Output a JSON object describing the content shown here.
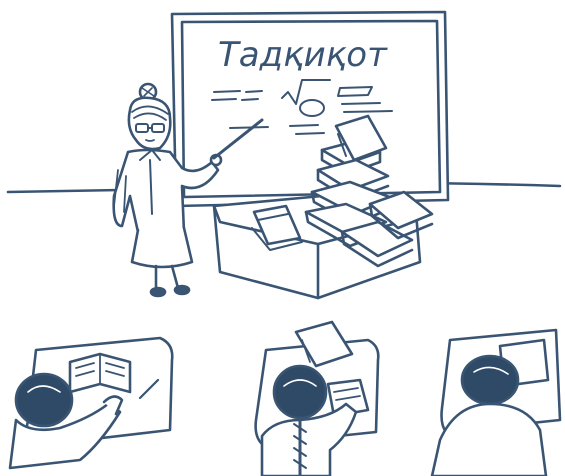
{
  "board": {
    "title": "Тадқиқот"
  },
  "colors": {
    "ink": "#3a5573",
    "ink_dark": "#2f4a66",
    "paper": "#ffffff"
  },
  "icons": [
    "teacher-figure",
    "pointer-stick",
    "book-stack",
    "student-figure"
  ]
}
